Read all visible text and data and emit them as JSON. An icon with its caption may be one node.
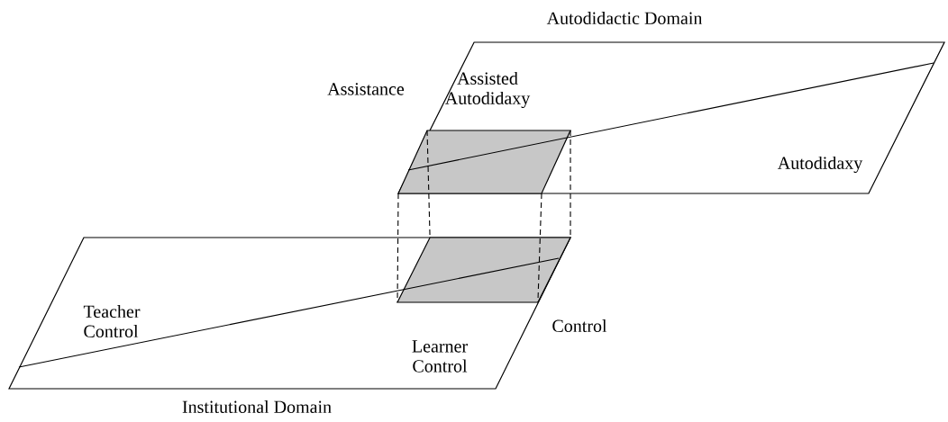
{
  "diagram": {
    "nodes": [
      {
        "text": [
          "Autodidactic Domain",
          "Assisted Autodidaxy",
          "Autodidaxy"
        ],
        "beside": [
          "Assistance"
        ]
      },
      {
        "text": [],
        "shape": "parallelogram",
        "in": 0
      },
      {
        "text": [
          "Institutional Domain",
          "Teacher Control",
          "Learner Control"
        ],
        "beside": [
          "Control"
        ]
      },
      {
        "text": [],
        "shape": "parallelogram",
        "in": 2
      }
    ],
    "edges": [
      {
        "from": 1,
        "to": 3,
        "arrow": "none",
        "style": "dashed"
      },
      {
        "from": 1,
        "to": 3,
        "arrow": "none",
        "style": "dashed"
      },
      {
        "from": 1,
        "to": 3,
        "arrow": "none",
        "style": "dashed"
      },
      {
        "from": 1,
        "to": 3,
        "arrow": "none",
        "style": "dashed"
      }
    ]
  }
}
